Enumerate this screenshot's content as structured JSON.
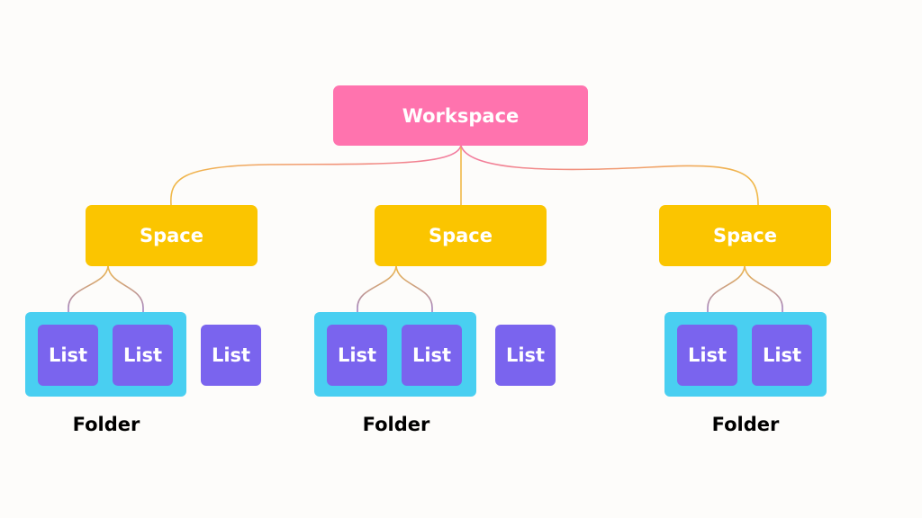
{
  "colors": {
    "background": "#fdfcfa",
    "workspace": "#ff73ae",
    "space": "#fbc500",
    "folder": "#49cff1",
    "list": "#7a64ee",
    "connector_yellow": "#f0b848",
    "connector_pink": "#f27aa0",
    "connector_purple": "#8b74e8"
  },
  "workspace": {
    "label": "Workspace"
  },
  "spaces": [
    {
      "label": "Space"
    },
    {
      "label": "Space"
    },
    {
      "label": "Space"
    }
  ],
  "folders": [
    {
      "label": "Folder",
      "lists": [
        "List",
        "List"
      ]
    },
    {
      "label": "Folder",
      "lists": [
        "List",
        "List"
      ]
    },
    {
      "label": "Folder",
      "lists": [
        "List",
        "List"
      ]
    }
  ],
  "standalone_lists": [
    "List",
    "List"
  ]
}
